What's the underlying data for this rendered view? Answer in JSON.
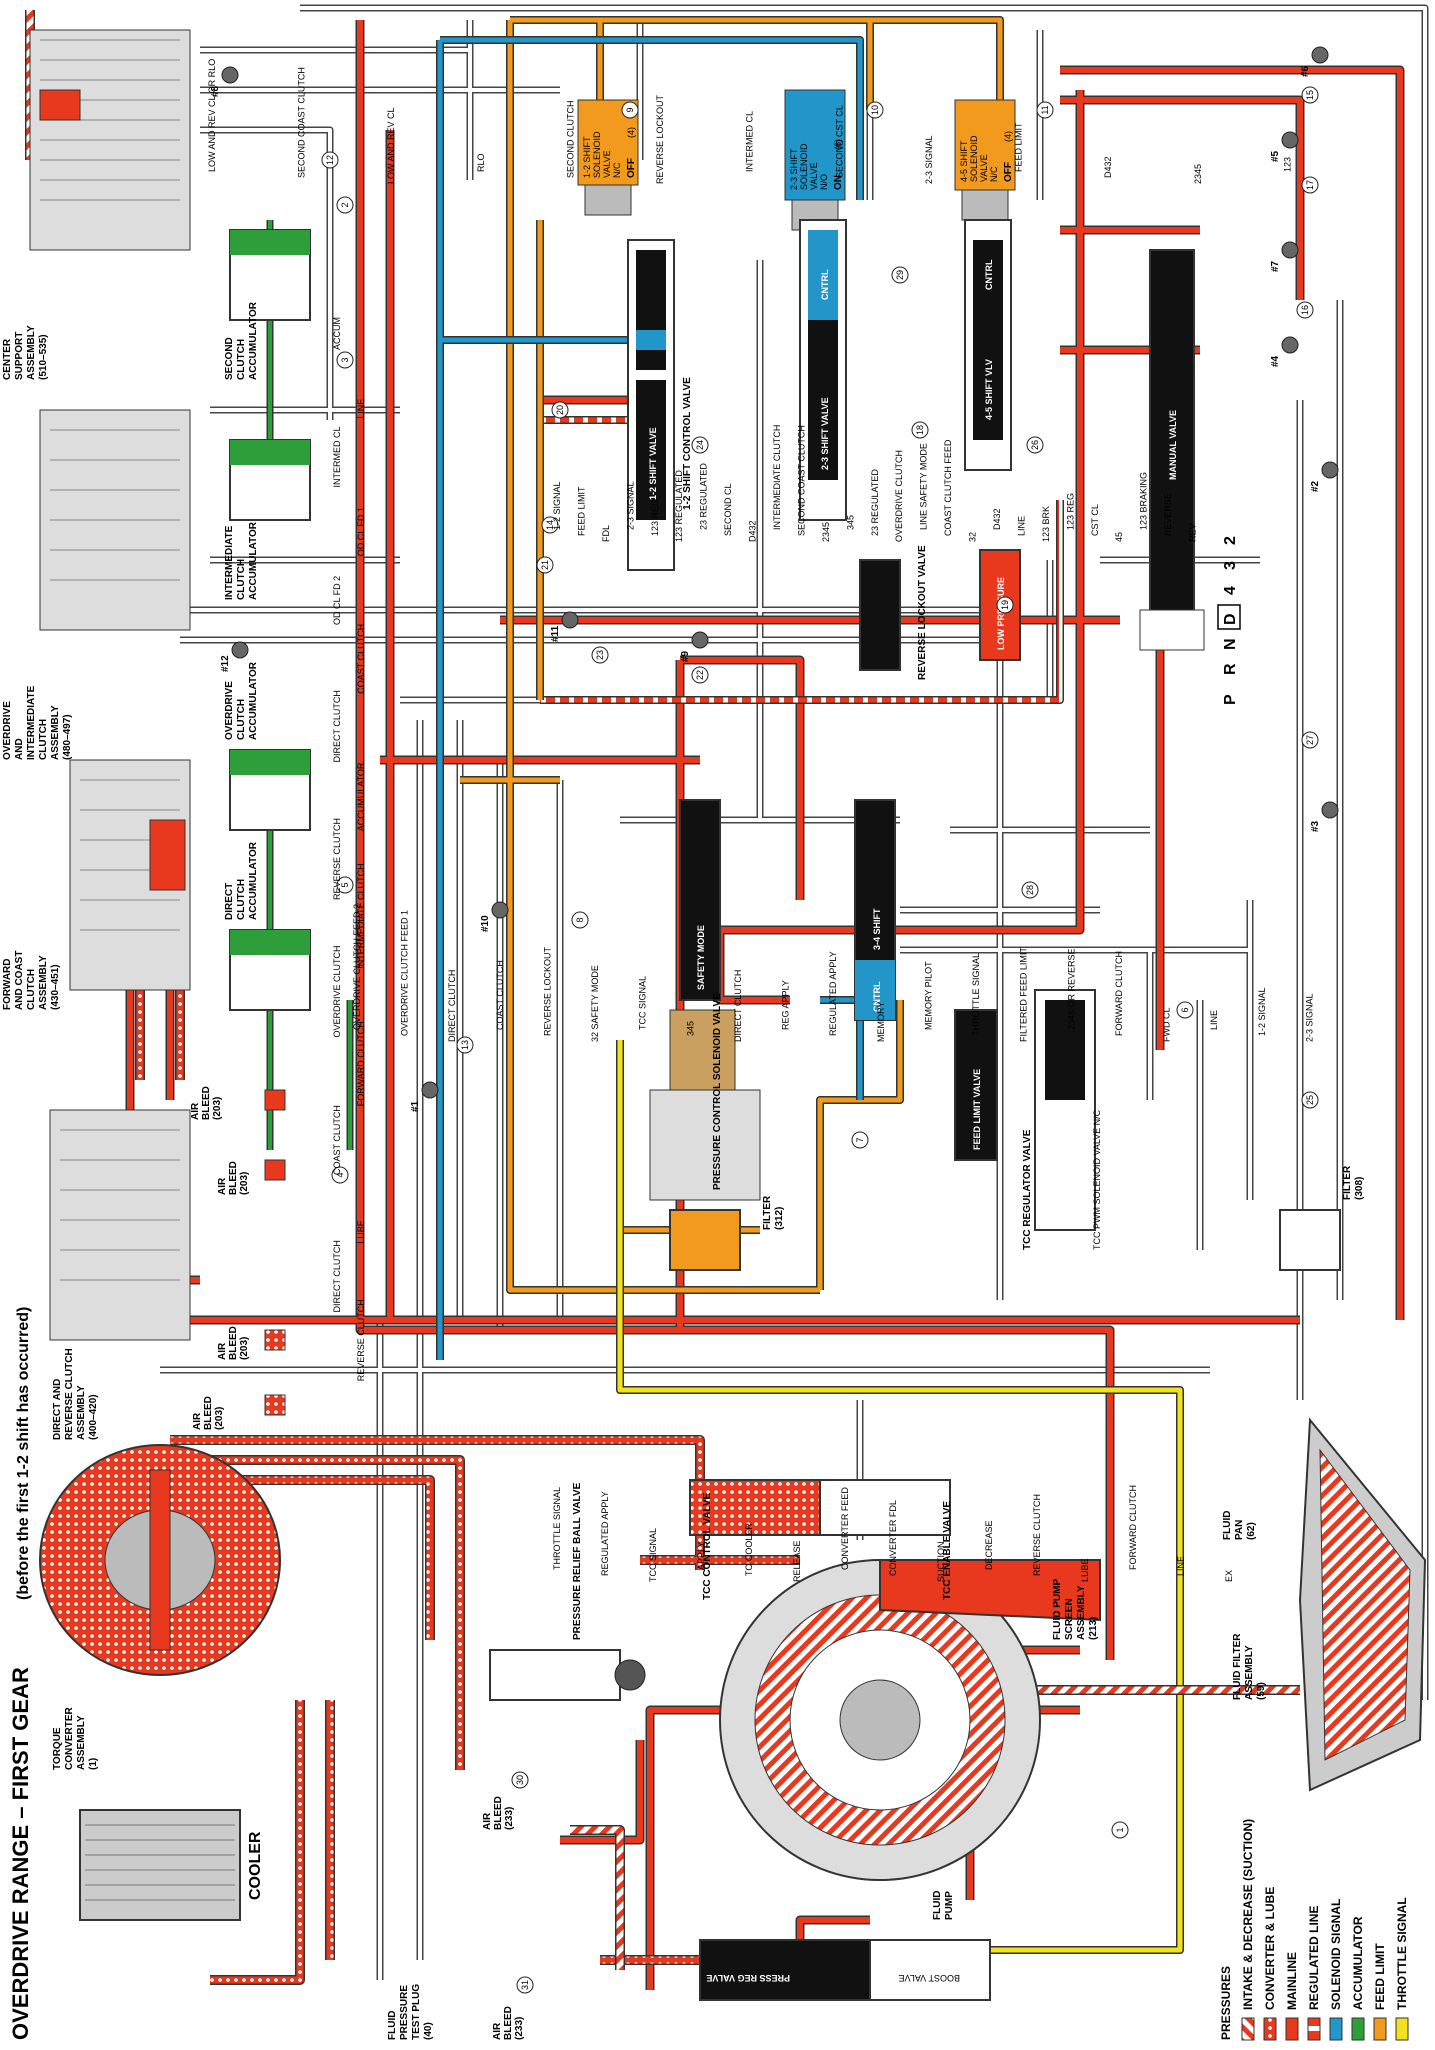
{
  "title": "OVERDRIVE RANGE – FIRST GEAR",
  "subtitle": "(before the first 1-2 shift has occurred)",
  "colors": {
    "mainline": "#e8381e",
    "solenoid_signal": "#2296c8",
    "accumulator": "#2e9e3a",
    "feed_limit": "#f29a1e",
    "throttle_signal": "#f2e21e",
    "exhaust": "#ffffff",
    "line_outline": "#333333"
  },
  "legend": {
    "heading": "PRESSURES",
    "items": [
      {
        "label": "INTAKE & DECREASE (SUCTION)",
        "pattern": "suction"
      },
      {
        "label": "CONVERTER & LUBE",
        "pattern": "converter"
      },
      {
        "label": "MAINLINE",
        "pattern": "mainline"
      },
      {
        "label": "REGULATED LINE",
        "pattern": "regulated"
      },
      {
        "label": "SOLENOID SIGNAL",
        "pattern": "solenoid"
      },
      {
        "label": "ACCUMULATOR",
        "pattern": "accumulator"
      },
      {
        "label": "FEED LIMIT",
        "pattern": "feedlimit"
      },
      {
        "label": "THROTTLE SIGNAL",
        "pattern": "throttle"
      }
    ]
  },
  "assemblies": [
    {
      "id": "center-support",
      "lines": [
        "CENTER",
        "SUPPORT",
        "ASSEMBLY",
        "(510–535)"
      ]
    },
    {
      "id": "od-int-clutch",
      "lines": [
        "OVERDRIVE",
        "AND",
        "INTERMEDIATE",
        "CLUTCH",
        "ASSEMBLY",
        "(480–497)"
      ]
    },
    {
      "id": "fwd-coast-clutch",
      "lines": [
        "FORWARD",
        "AND COAST",
        "CLUTCH",
        "ASSEMBLY",
        "(430–451)"
      ]
    },
    {
      "id": "direct-rev-clutch",
      "lines": [
        "DIRECT AND",
        "REVERSE CLUTCH",
        "ASSEMBLY",
        "(400–420)"
      ]
    },
    {
      "id": "torque-converter",
      "lines": [
        "TORQUE",
        "CONVERTER",
        "ASSEMBLY",
        "(1)"
      ]
    },
    {
      "id": "cooler",
      "lines": [
        "COOLER"
      ]
    },
    {
      "id": "fluid-pump",
      "lines": [
        "FLUID",
        "PUMP"
      ]
    },
    {
      "id": "fluid-pan",
      "lines": [
        "FLUID",
        "PAN",
        "(62)"
      ]
    },
    {
      "id": "fluid-filter",
      "lines": [
        "FLUID FILTER",
        "ASSEMBLY",
        "(59)"
      ]
    },
    {
      "id": "pump-screen",
      "lines": [
        "FLUID PUMP",
        "SCREEN",
        "ASSEMBLY",
        "(213)"
      ]
    },
    {
      "id": "test-plug",
      "lines": [
        "FLUID",
        "PRESSURE",
        "TEST PLUG",
        "(40)"
      ]
    }
  ],
  "accumulators": [
    {
      "id": "second",
      "lines": [
        "SECOND",
        "CLUTCH",
        "ACCUMULATOR"
      ]
    },
    {
      "id": "intermediate",
      "lines": [
        "INTERMEDIATE",
        "CLUTCH",
        "ACCUMULATOR"
      ]
    },
    {
      "id": "overdrive",
      "lines": [
        "OVERDRIVE",
        "CLUTCH",
        "ACCUMULATOR"
      ]
    },
    {
      "id": "direct",
      "lines": [
        "DIRECT",
        "CLUTCH",
        "ACCUMULATOR"
      ]
    }
  ],
  "solenoids": [
    {
      "id": "s12",
      "lines": [
        "1-2 SHIFT",
        "SOLENOID",
        "VALVE",
        "N/C"
      ],
      "state": "OFF",
      "num": "(4)"
    },
    {
      "id": "s23",
      "lines": [
        "2-3 SHIFT",
        "SOLENOID",
        "VALVE",
        "N/O"
      ],
      "state": "ON",
      "num": "(6)"
    },
    {
      "id": "s45",
      "lines": [
        "4-5 SHIFT",
        "SOLENOID",
        "VALVE",
        "N/C"
      ],
      "state": "OFF",
      "num": "(4)"
    }
  ],
  "valves": {
    "v12_shift": "1-2 SHIFT VALVE",
    "v12_control": "1-2 SHIFT CONTROL VALVE",
    "v23_shift": "2-3 SHIFT VALVE",
    "v23_cntrl": "CNTRL",
    "v45_shift": "4-5 SHIFT VLV",
    "v45_cntrl": "CNTRL",
    "manual": "MANUAL VALVE",
    "safety_mode": "SAFETY MODE",
    "v34_shift": "3-4 SHIFT",
    "v34_cntrl": "CNTRL",
    "feed_limit": "FEED LIMIT VALVE",
    "reverse_lockout": "REVERSE LOCKOUT VALVE",
    "low_pressure": "LOW PRESSURE",
    "tcc_control": "TCC CONTROL VALVE",
    "tcc_enable": "TCC ENABLE VALVE",
    "press_reg": "PRESS REG VALVE",
    "boost": "BOOST VALVE",
    "pressure_relief": "PRESSURE RELIEF BALL VALVE",
    "pcs": "PRESSURE CONTROL SOLENOID VALVE",
    "tcc_reg": "TCC REGULATOR VALVE",
    "tcc_pwm": "TCC PWM SOLENOID VALVE N/C"
  },
  "filters": [
    {
      "id": "f312",
      "lines": [
        "FILTER",
        "(312)"
      ]
    },
    {
      "id": "f308",
      "lines": [
        "FILTER",
        "(308)"
      ]
    }
  ],
  "gear_selector": [
    "P",
    "R",
    "N",
    "D",
    "4",
    "3",
    "2"
  ],
  "air_bleeds": [
    {
      "lines": [
        "AIR",
        "BLEED",
        "(203)"
      ]
    },
    {
      "lines": [
        "AIR",
        "BLEED",
        "(203)"
      ]
    },
    {
      "lines": [
        "AIR",
        "BLEED",
        "(203)"
      ]
    },
    {
      "lines": [
        "AIR",
        "BLEED",
        "(203)"
      ]
    },
    {
      "lines": [
        "AIR",
        "BLEED",
        "(233)"
      ]
    },
    {
      "lines": [
        "AIR",
        "BLEED",
        "(233)"
      ]
    }
  ],
  "checkballs": [
    "#1",
    "#2",
    "#3",
    "#4",
    "#5",
    "#6",
    "#7",
    "#8",
    "#9",
    "#10",
    "#11",
    "#12"
  ],
  "circles": [
    "1",
    "2",
    "3",
    "4",
    "5",
    "6",
    "7",
    "8",
    "9",
    "10",
    "11",
    "12",
    "13",
    "14",
    "15",
    "16",
    "17",
    "18",
    "19",
    "20",
    "21",
    "22",
    "23",
    "24",
    "25",
    "26",
    "27",
    "28",
    "29",
    "30",
    "31"
  ],
  "passages": {
    "top": [
      "LOW AND REV CL OR RLO",
      "SECOND COAST CLUTCH",
      "LOW AND REV CL",
      "RLO",
      "SECOND CLUTCH",
      "REVERSE LOCKOUT",
      "INTERMED CL",
      "SECOND CST CL",
      "2-3 SIGNAL",
      "FEED LIMIT",
      "D432",
      "2345",
      "123"
    ],
    "mid": [
      "1-2 SIGNAL",
      "FEED LIMIT",
      "FDL",
      "2-3 SIGNAL",
      "123 REG",
      "123 REGULATED",
      "23 REGULATED",
      "SECOND CL",
      "D432",
      "INTERMEDIATE CLUTCH",
      "SECOND COAST CLUTCH",
      "2345",
      "345",
      "23 REGULATED",
      "OVERDRIVE CLUTCH",
      "LINE SAFETY MODE",
      "COAST CLUTCH FEED",
      "32",
      "D432",
      "LINE",
      "123 BRK",
      "123 REG",
      "CST CL",
      "45",
      "123 BRAKING",
      "REVERSE",
      "REV"
    ],
    "lower": [
      "OVERDRIVE CLUTCH FEED 2",
      "OVERDRIVE CLUTCH FEED 1",
      "DIRECT CLUTCH",
      "COAST CLUTCH",
      "REVERSE LOCKOUT",
      "32 SAFETY MODE",
      "TCC SIGNAL",
      "345",
      "DIRECT CLUTCH",
      "REG APPLY",
      "REGULATED APPLY",
      "MEMORY",
      "MEMORY PILOT",
      "THROTTLE SIGNAL",
      "FILTERED FEED LIMIT",
      "2345 OR REVERSE",
      "FORWARD CLUTCH",
      "FWD CL",
      "LINE",
      "1-2 SIGNAL",
      "2-3 SIGNAL"
    ],
    "bottom": [
      "THROTTLE SIGNAL",
      "REGULATED APPLY",
      "TCC SIGNAL",
      "APPLY",
      "TO COOLER",
      "RELEASE",
      "CONVERTER FEED",
      "CONVERTER FDL",
      "SUCTION",
      "DECREASE",
      "REVERSE CLUTCH",
      "LUBE",
      "FORWARD CLUTCH",
      "LINE",
      "EX"
    ],
    "side": [
      "ACCUM",
      "LINE",
      "INTERMED CL",
      "OD CL FD 1",
      "OD CL FD 2",
      "COAST CLUTCH",
      "DIRECT CLUTCH",
      "ACCUMULATOR",
      "REVERSE CLUTCH",
      "INTERMEDIATE CLUTCH",
      "OVERDRIVE CLUTCH",
      "FORWARD CLUTCH",
      "COAST CLUTCH",
      "LUBE",
      "DIRECT CLUTCH",
      "REVERSE CLUTCH"
    ]
  }
}
